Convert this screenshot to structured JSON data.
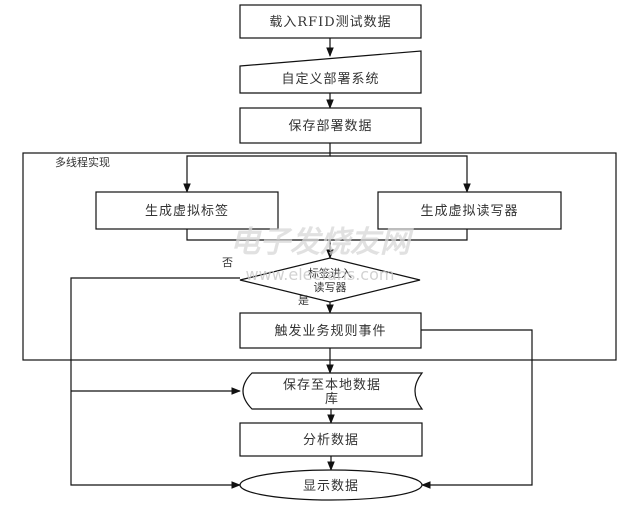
{
  "diagram": {
    "type": "flowchart",
    "nodes": {
      "load_data": "载入RFID测试数据",
      "custom_deploy": "自定义部署系统",
      "save_deploy": "保存部署数据",
      "multithread_group": "多线程实现",
      "gen_tags": "生成虚拟标签",
      "gen_readers": "生成虚拟读写器",
      "decision_line1": "标签进入",
      "decision_line2": "读写器",
      "trigger_event": "触发业务规则事件",
      "save_local_line1": "保存至本地数据",
      "save_local_line2": "库",
      "analyze": "分析数据",
      "display": "显示数据"
    },
    "labels": {
      "no": "否",
      "yes": "是"
    },
    "edges": [
      {
        "from": "load_data",
        "to": "custom_deploy"
      },
      {
        "from": "custom_deploy",
        "to": "save_deploy"
      },
      {
        "from": "save_deploy",
        "to": "gen_tags"
      },
      {
        "from": "save_deploy",
        "to": "gen_readers"
      },
      {
        "from": "gen_tags",
        "to": "decision"
      },
      {
        "from": "gen_readers",
        "to": "decision"
      },
      {
        "from": "decision",
        "to": "trigger_event",
        "label": "是"
      },
      {
        "from": "decision",
        "to": "save_local",
        "label": "否"
      },
      {
        "from": "decision",
        "to": "display",
        "label": "否"
      },
      {
        "from": "trigger_event",
        "to": "save_local"
      },
      {
        "from": "trigger_event",
        "to": "display"
      },
      {
        "from": "save_local",
        "to": "analyze"
      },
      {
        "from": "analyze",
        "to": "display"
      }
    ]
  },
  "watermark": {
    "text": "电子发烧友网",
    "url": "www.elecfans.com"
  }
}
